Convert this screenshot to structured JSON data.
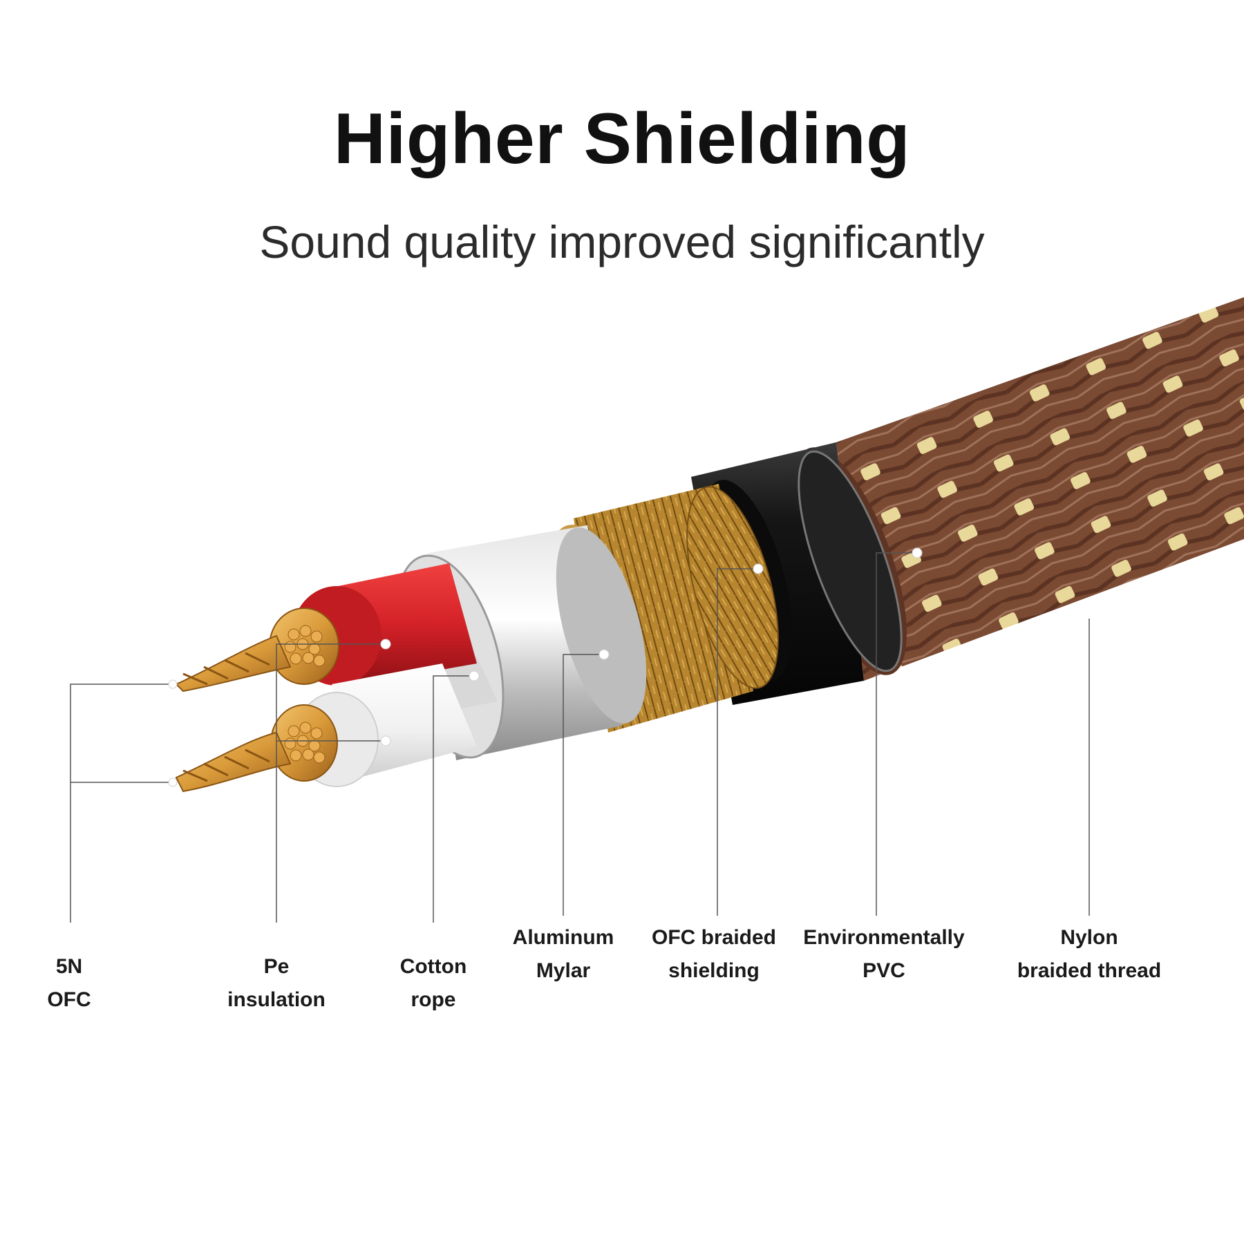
{
  "header": {
    "title": "Higher Shielding",
    "subtitle": "Sound quality improved significantly"
  },
  "layers": [
    {
      "id": "5n-ofc",
      "line1": "5N",
      "line2": "OFC"
    },
    {
      "id": "pe-insulation",
      "line1": "Pe",
      "line2": "insulation"
    },
    {
      "id": "cotton-rope",
      "line1": "Cotton",
      "line2": "rope"
    },
    {
      "id": "aluminum-mylar",
      "line1": "Aluminum",
      "line2": "Mylar"
    },
    {
      "id": "ofc-braided-shielding",
      "line1": "OFC braided",
      "line2": "shielding"
    },
    {
      "id": "environmentally-pvc",
      "line1": "Environmentally",
      "line2": "PVC"
    },
    {
      "id": "nylon-braided-thread",
      "line1": "Nylon",
      "line2": "braided thread"
    }
  ],
  "colors": {
    "nylon_braid": "#7a4a33",
    "nylon_accent": "#e8d89a",
    "pvc_jacket": "#0f0f0f",
    "copper_braid": "#b8862e",
    "aluminum_mylar": "#c9c9c9",
    "red_insulation": "#d42228",
    "white_insulation": "#f4f4f4",
    "copper_strands": "#d99a3a",
    "leader_line": "#555555"
  }
}
